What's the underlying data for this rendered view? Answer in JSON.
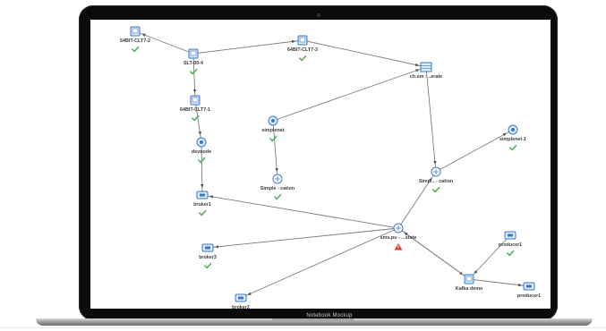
{
  "device": {
    "label": "Notebook Mockup"
  },
  "graph": {
    "nodes": [
      {
        "label": "64BIT-CLT7-2",
        "type": "computer",
        "check": true
      },
      {
        "label": "SLT-00-4",
        "type": "server",
        "check": true
      },
      {
        "label": "64BIT-CLT7-3",
        "type": "computer",
        "check": true
      },
      {
        "label": "ch.em : ..erate",
        "type": "table",
        "check": false
      },
      {
        "label": "64BIT-CLT7-1",
        "type": "computer",
        "check": true
      },
      {
        "label": "simplenet",
        "type": "process",
        "check": true
      },
      {
        "label": "devnode",
        "type": "process",
        "check": true
      },
      {
        "label": "simplenet-1",
        "type": "process",
        "check": true
      },
      {
        "label": "Simple - cation",
        "type": "replication",
        "check": true
      },
      {
        "label": "Simp... - cation",
        "type": "replication",
        "check": true
      },
      {
        "label": "broker1",
        "type": "broker",
        "check": true
      },
      {
        "label": "sms.pu - ...state",
        "type": "replication",
        "alert": true
      },
      {
        "label": "producer1",
        "type": "producer",
        "check": true
      },
      {
        "label": "broker3",
        "type": "broker",
        "check": true
      },
      {
        "label": "Kafka demo",
        "type": "server",
        "check": false
      },
      {
        "label": "producer1",
        "type": "broker",
        "check": false
      },
      {
        "label": "broker2",
        "type": "broker",
        "check": false
      }
    ],
    "colors": {
      "edge": "#7e7e7e",
      "icon_fill": "#dbe9fb",
      "icon_stroke": "#3b79c7",
      "check": "#4caf50",
      "alert": "#e53935"
    }
  }
}
